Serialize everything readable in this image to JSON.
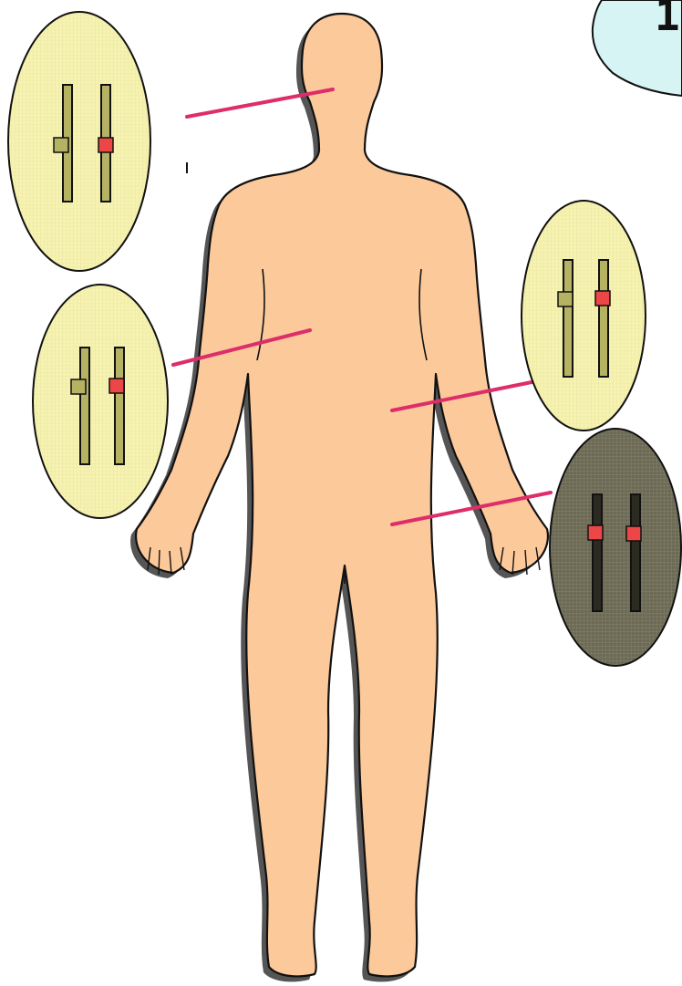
{
  "corner_bubble": {
    "text": "1",
    "fill": "#d6f4f4"
  },
  "body": {
    "skin_color": "#fcc99b",
    "outline_color": "#111111",
    "shadow_color": "#555555"
  },
  "leader_line_color": "#dd2e6a",
  "slider_colors": {
    "track": "#b5b264",
    "knob_left": "#b5b264",
    "knob_right": "#ec4646"
  },
  "gauges": [
    {
      "id": "head",
      "bg": "#f6f2b0",
      "state": "normal"
    },
    {
      "id": "chest",
      "bg": "#f6f2b0",
      "state": "normal"
    },
    {
      "id": "abdomen",
      "bg": "#f6f2b0",
      "state": "normal"
    },
    {
      "id": "lower-body",
      "bg": "#6c6a54",
      "state": "dark"
    }
  ]
}
